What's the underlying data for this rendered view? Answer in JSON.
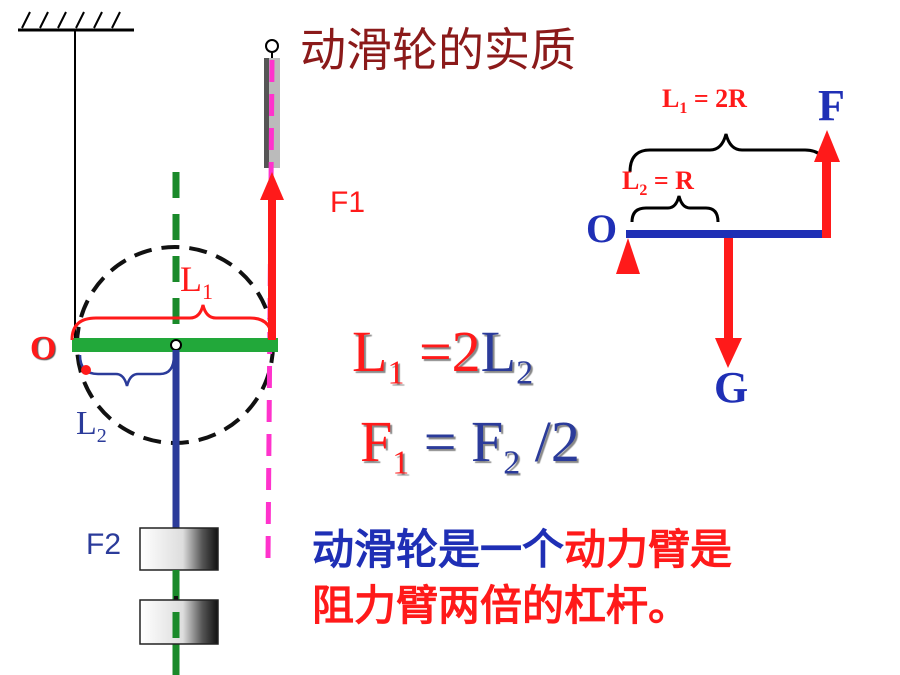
{
  "title": "动滑轮的实质",
  "left_diagram": {
    "pivot_label": "O",
    "arm1_label": "L",
    "arm1_sub": "1",
    "arm2_label": "L",
    "arm2_sub": "2",
    "force1_label": "F1",
    "force2_label": "F2"
  },
  "right_diagram": {
    "pivot_label": "O",
    "arm1_text": "L",
    "arm1_sub": "1",
    "arm1_value": " = 2R",
    "arm2_text": "L",
    "arm2_sub": "2",
    "arm2_value": " = R",
    "force_label": "F",
    "load_label": "G"
  },
  "equations": {
    "eq1": {
      "a": "L",
      "a_sub": "1",
      "op": " =2",
      "b": "L",
      "b_sub": "2"
    },
    "eq2": {
      "a": "F",
      "a_sub": "1",
      "op": " = ",
      "b": "F",
      "b_sub": "2",
      "tail": " /2"
    }
  },
  "statement": {
    "part1": "动滑轮是一个",
    "part2": "动力臂是",
    "line2": "阻力臂两倍的杠杆。"
  },
  "colors": {
    "title": "#8b1a1a",
    "red": "#ff1a1a",
    "blue": "#2b3b9a",
    "green": "#1a8a2a",
    "magenta": "#ff33cc",
    "bar_blue": "#1f2fb5"
  }
}
